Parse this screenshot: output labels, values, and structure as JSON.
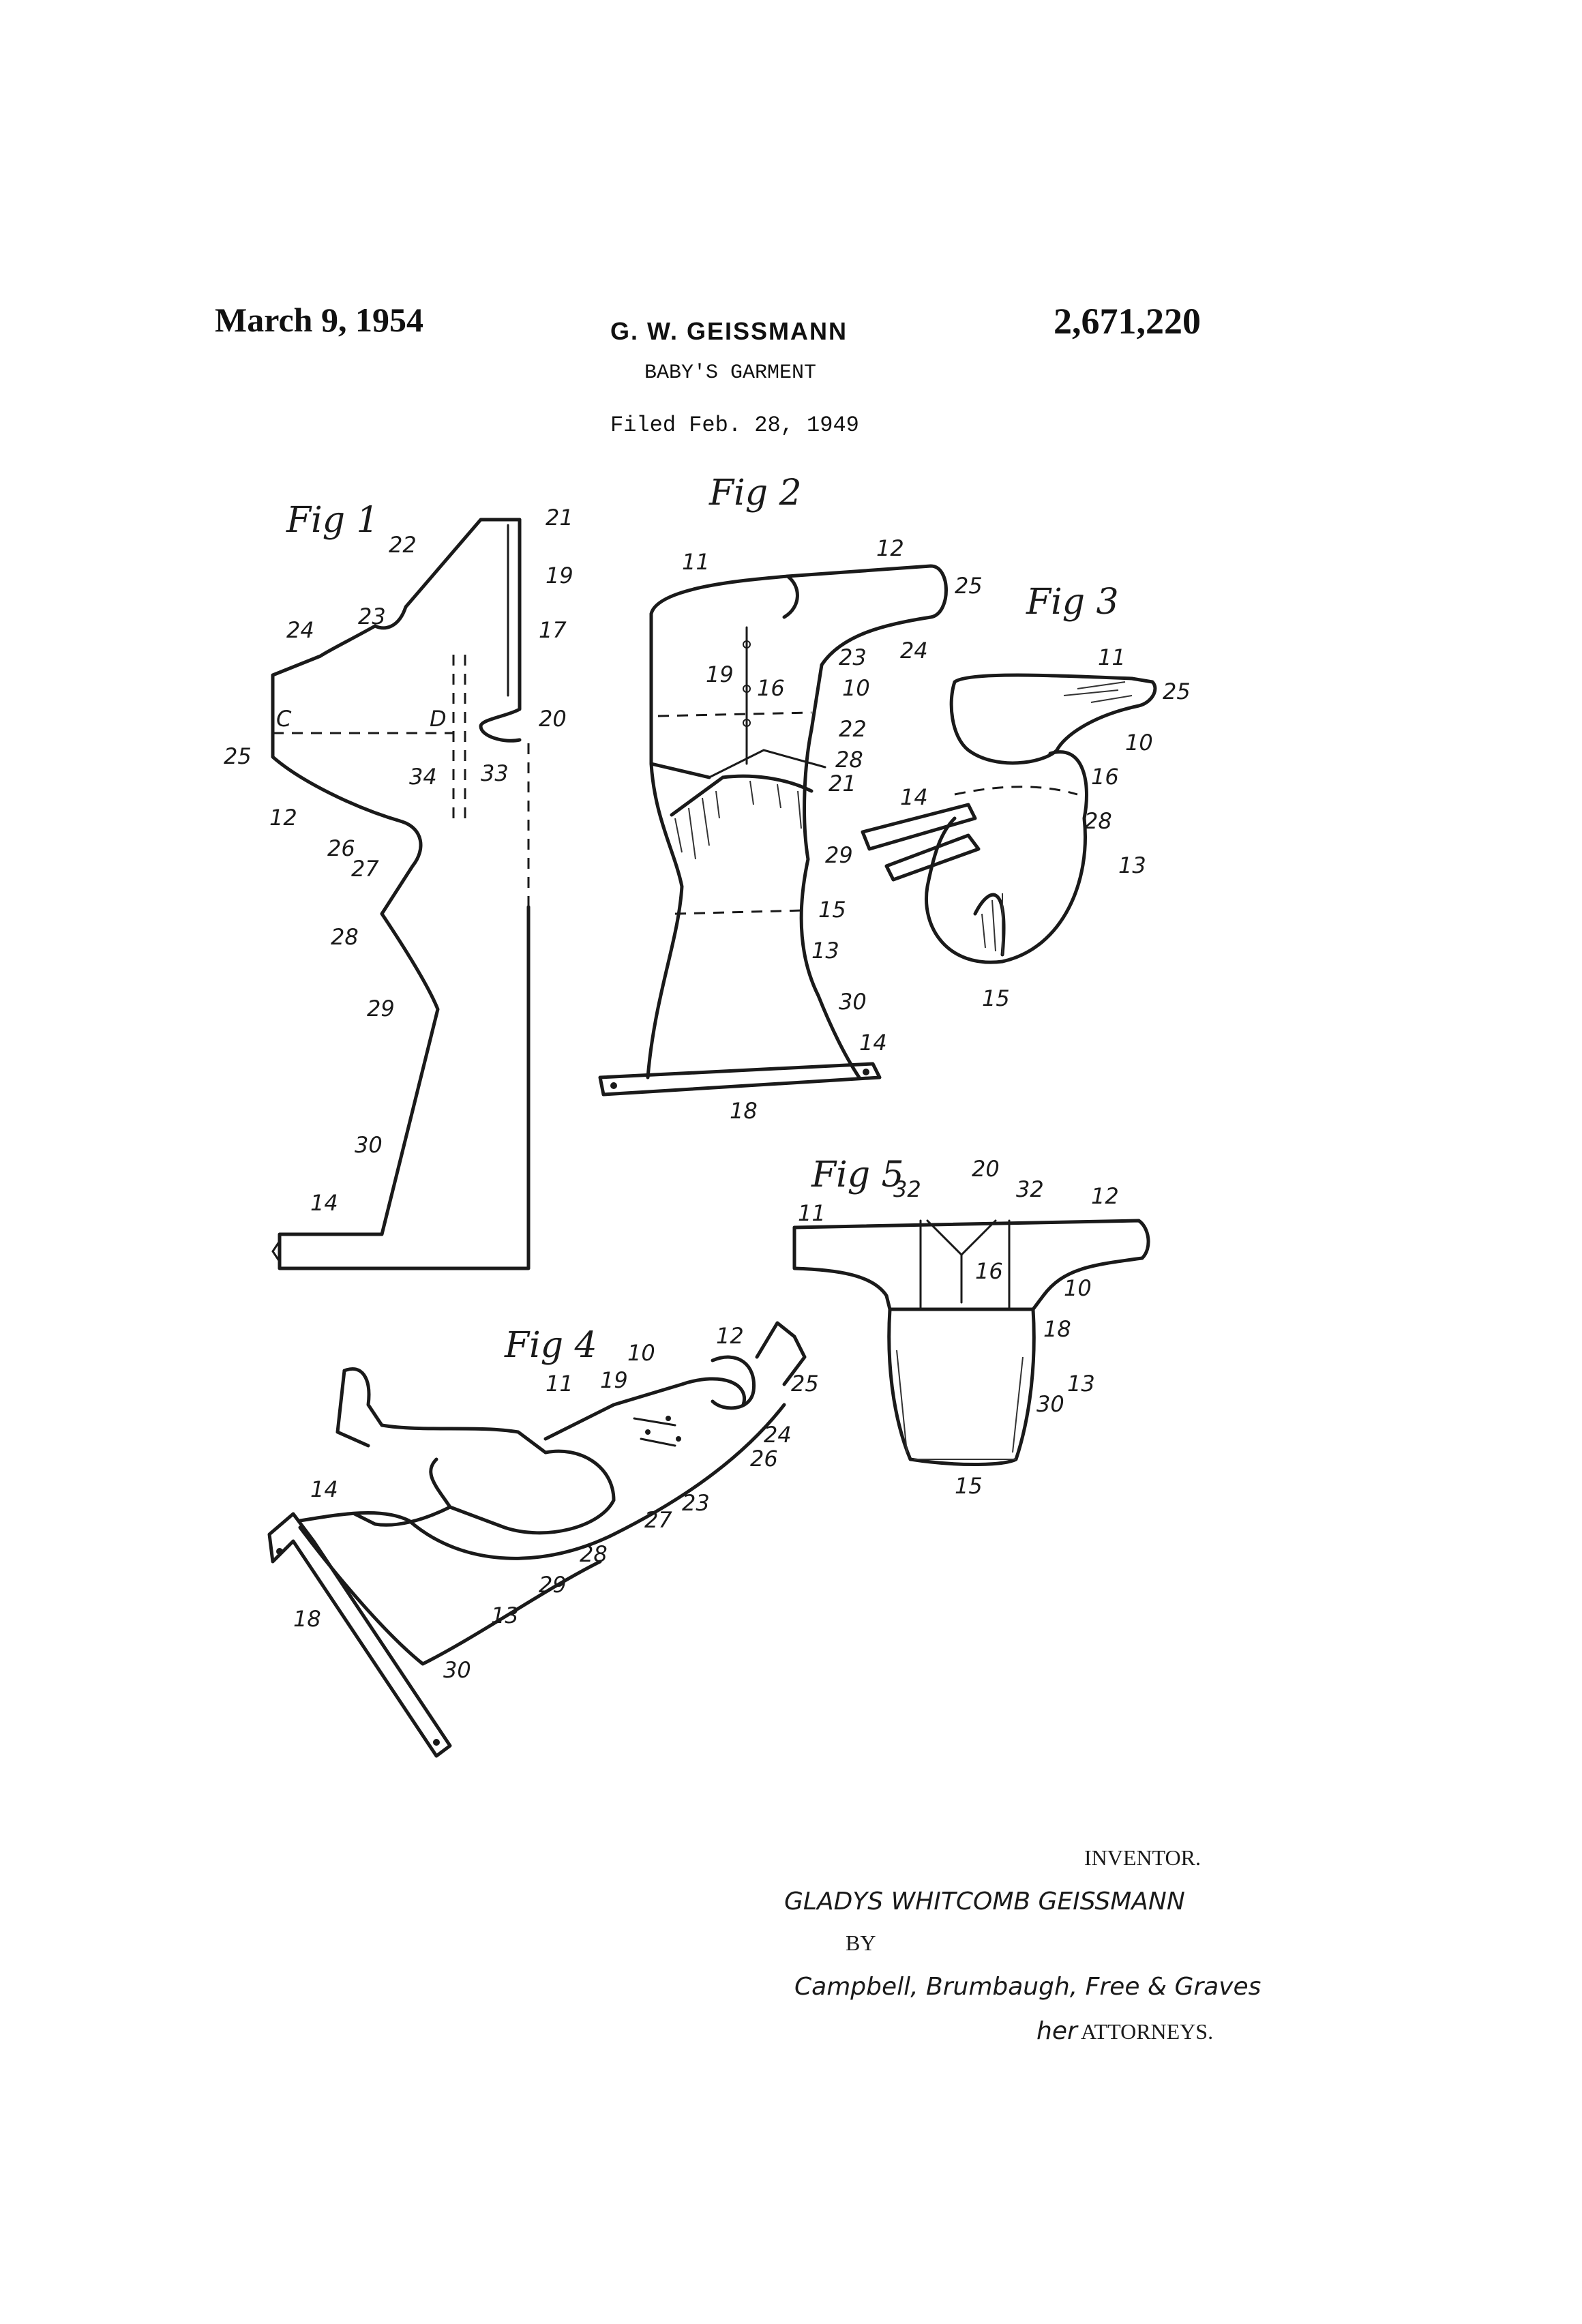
{
  "header": {
    "date": "March 9, 1954",
    "inventor_short": "G. W. GEISSMANN",
    "patent_number": "2,671,220",
    "title": "BABY'S GARMENT",
    "filed": "Filed Feb. 28, 1949"
  },
  "figures": {
    "fig1": "Fig 1",
    "fig2": "Fig 2",
    "fig3": "Fig 3",
    "fig4": "Fig 4",
    "fig5": "Fig 5"
  },
  "refs": {
    "r10": "10",
    "r11": "11",
    "r12": "12",
    "r13": "13",
    "r14": "14",
    "r15": "15",
    "r16": "16",
    "r17": "17",
    "r18": "18",
    "r19": "19",
    "r20": "20",
    "r21": "21",
    "r22": "22",
    "r23": "23",
    "r24": "24",
    "r25": "25",
    "r26": "26",
    "r27": "27",
    "r28": "28",
    "r29": "29",
    "r30": "30",
    "r32": "32",
    "r33": "33",
    "r34": "34",
    "c": "C",
    "d": "D"
  },
  "footer": {
    "inventor_label": "INVENTOR.",
    "inventor_name": "GLADYS WHITCOMB GEISSMANN",
    "by": "BY",
    "attorneys_signature": "Campbell, Brumbaugh, Free & Graves",
    "her": "her",
    "attorneys_label": "ATTORNEYS."
  }
}
